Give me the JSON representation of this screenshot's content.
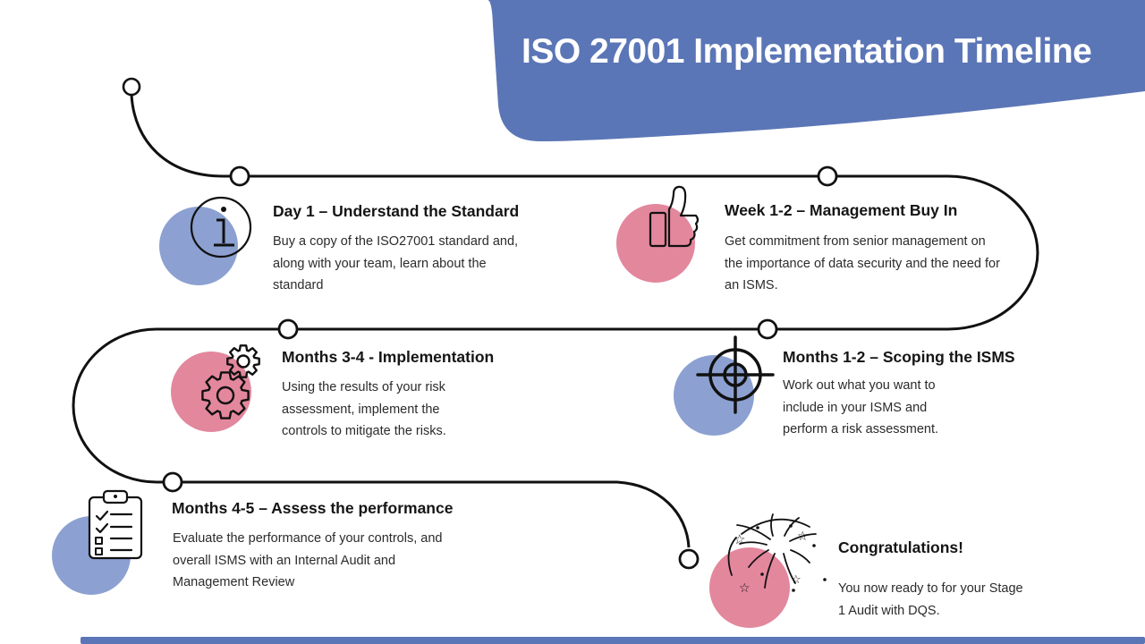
{
  "header": {
    "title": "ISO 27001 Implementation Timeline",
    "background_color": "#5b76b6",
    "text_color": "#ffffff"
  },
  "footer": {
    "bar_color": "#5b76b6"
  },
  "colors": {
    "blue_circle": "#8ca1d1",
    "pink_circle": "#e3879d",
    "line": "#111111"
  },
  "milestones": [
    {
      "icon": "info-icon",
      "circle_color": "#8ca1d1",
      "title": "Day 1 – Understand the Standard",
      "body": "Buy a copy of the ISO27001 standard and,\nalong with your team, learn about the\nstandard"
    },
    {
      "icon": "thumbs-up-icon",
      "circle_color": "#e3879d",
      "title": "Week 1-2 – Management Buy In",
      "body": "Get commitment from senior management on\nthe importance of data security and the need for\nan ISMS."
    },
    {
      "icon": "gears-icon",
      "circle_color": "#e3879d",
      "title": "Months 3-4 - Implementation",
      "body": "Using the results of your risk\nassessment, implement the\ncontrols to mitigate the risks."
    },
    {
      "icon": "target-icon",
      "circle_color": "#8ca1d1",
      "title": "Months 1-2 – Scoping the ISMS",
      "body": "Work out what you want to\ninclude in your ISMS and\nperform a risk assessment."
    },
    {
      "icon": "clipboard-icon",
      "circle_color": "#8ca1d1",
      "title": "Months 4-5 – Assess the performance",
      "body": "Evaluate the performance of your controls, and\noverall ISMS with an Internal Audit and\nManagement Review"
    },
    {
      "icon": "fireworks-icon",
      "circle_color": "#e3879d",
      "title": "Congratulations!",
      "body": "You now ready to for your Stage\n1 Audit with DQS."
    }
  ]
}
